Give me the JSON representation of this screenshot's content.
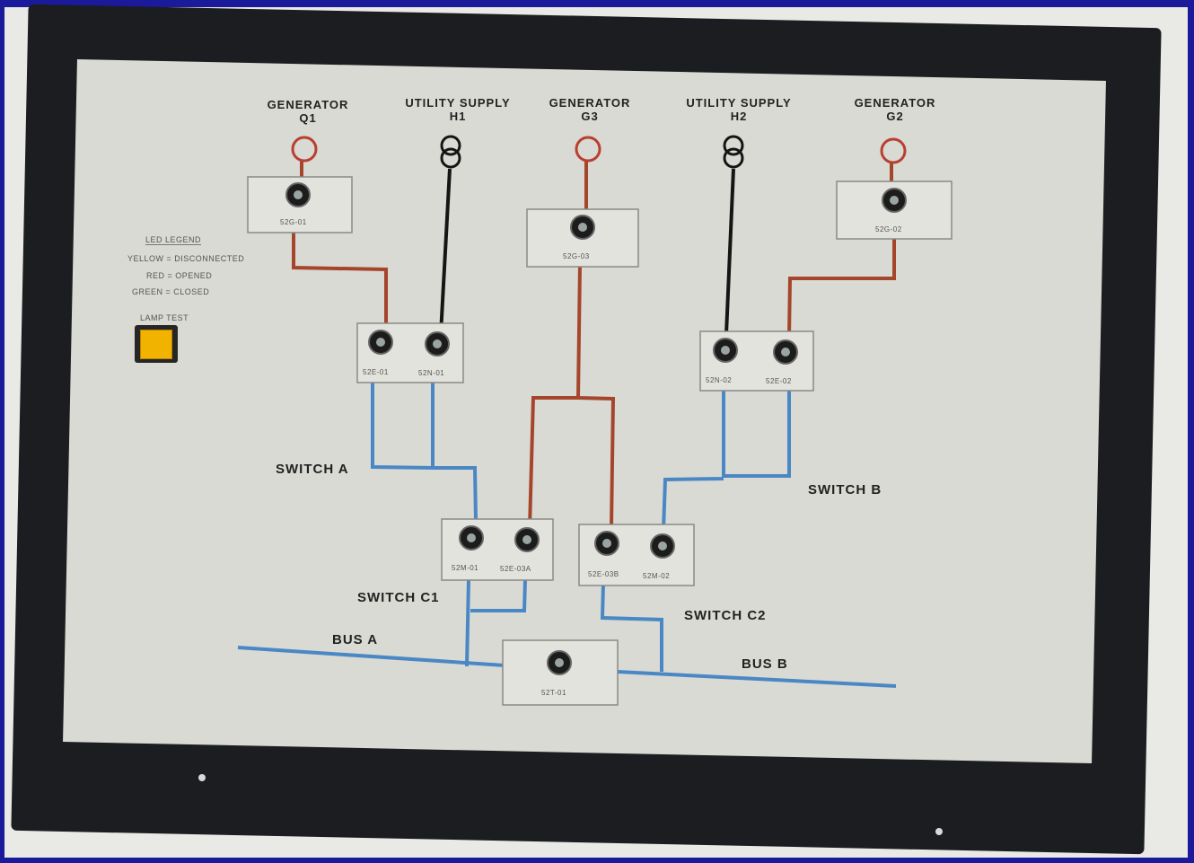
{
  "sources": [
    {
      "name": "GENERATOR",
      "id": "Q1",
      "kind": "generator"
    },
    {
      "name": "UTILITY SUPPLY",
      "id": "H1",
      "kind": "utility"
    },
    {
      "name": "GENERATOR",
      "id": "G3",
      "kind": "generator"
    },
    {
      "name": "UTILITY SUPPLY",
      "id": "H2",
      "kind": "utility"
    },
    {
      "name": "GENERATOR",
      "id": "G2",
      "kind": "generator"
    }
  ],
  "breakers": {
    "g1": "52G-01",
    "g3": "52G-03",
    "g2": "52G-02",
    "a_left": "52E-01",
    "a_right": "52N-01",
    "b_left": "52N-02",
    "b_right": "52E-02",
    "c1_left": "52M-01",
    "c1_right": "52E-03A",
    "c2_left": "52E-03B",
    "c2_right": "52M-02",
    "tie": "52T-01"
  },
  "legend": {
    "title": "LED LEGEND",
    "lines": [
      "YELLOW = DISCONNECTED",
      "RED = OPENED",
      "GREEN = CLOSED"
    ]
  },
  "lamp_test": "LAMP TEST",
  "switches": {
    "a": "SWITCH A",
    "b": "SWITCH B",
    "c1": "SWITCH C1",
    "c2": "SWITCH C2"
  },
  "buses": {
    "a": "BUS A",
    "b": "BUS B"
  },
  "colors": {
    "generator_line": "#a5462c",
    "utility_line": "#151515",
    "switch_line": "#4a87c5",
    "lamp": "#f2b200",
    "panel": "#d9dad3",
    "frame": "#1c1d20"
  }
}
